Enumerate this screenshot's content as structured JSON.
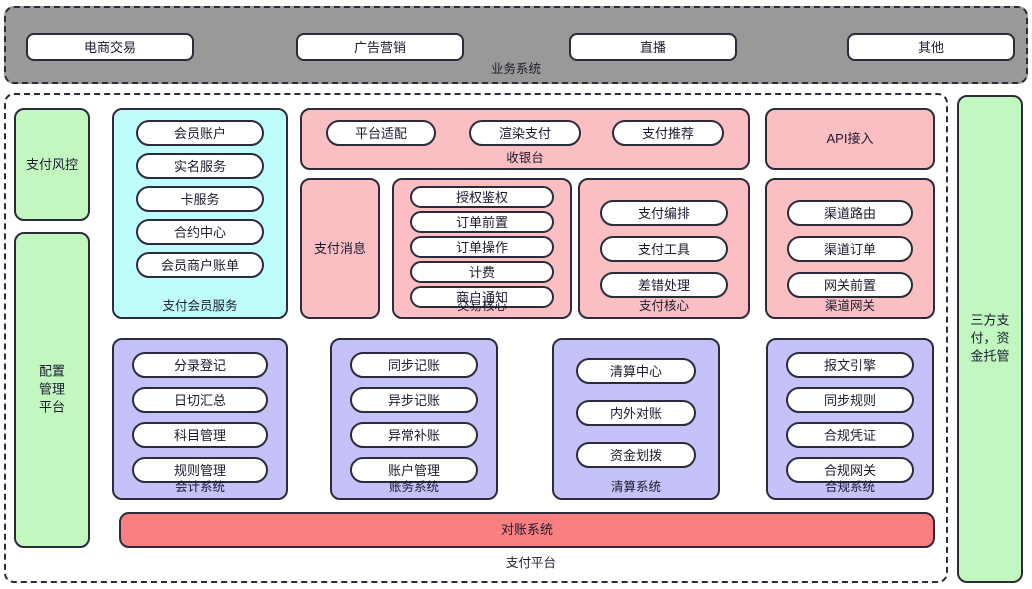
{
  "colors": {
    "business_band": "#999999",
    "green": "#c2f8c0",
    "cyan": "#bffdfd",
    "pink": "#fbbfc3",
    "purple": "#c4c2f9",
    "red": "#f97f80",
    "border": "#2b2b3a",
    "pill_fill": "#ffffff"
  },
  "business": {
    "caption": "业务系统",
    "items": [
      {
        "label": "电商交易"
      },
      {
        "label": "广告营销"
      },
      {
        "label": "直播"
      },
      {
        "label": "其他"
      }
    ]
  },
  "payment_platform": {
    "caption": "支付平台",
    "risk_control": {
      "label": "支付风控"
    },
    "config_platform": {
      "label": "配置管理平台"
    },
    "member_service": {
      "title": "支付会员服务",
      "items": [
        "会员账户",
        "实名服务",
        "卡服务",
        "合约中心",
        "会员商户账单"
      ]
    },
    "cashier": {
      "title": "收银台",
      "items": [
        "平台适配",
        "渲染支付",
        "支付推荐"
      ]
    },
    "api_access": {
      "label": "API接入"
    },
    "payment_message": {
      "label": "支付消息"
    },
    "trade_core": {
      "title": "交易核心",
      "items": [
        "授权鉴权",
        "订单前置",
        "订单操作",
        "计费",
        "商户通知"
      ]
    },
    "payment_core": {
      "title": "支付核心",
      "items": [
        "支付编排",
        "支付工具",
        "差错处理"
      ]
    },
    "channel_gateway": {
      "title": "渠道网关",
      "items": [
        "渠道路由",
        "渠道订单",
        "网关前置"
      ]
    },
    "accounting_system": {
      "title": "会计系统",
      "items": [
        "分录登记",
        "日切汇总",
        "科目管理",
        "规则管理"
      ]
    },
    "bookkeeping_system": {
      "title": "账务系统",
      "items": [
        "同步记账",
        "异步记账",
        "异常补账",
        "账户管理"
      ]
    },
    "settlement_system": {
      "title": "清算系统",
      "items": [
        "清算中心",
        "内外对账",
        "资金划拨"
      ]
    },
    "compliance_system": {
      "title": "合规系统",
      "items": [
        "报文引擎",
        "同步规则",
        "合规凭证",
        "合规网关"
      ]
    },
    "reconciliation_bar": {
      "label": "对账系统"
    }
  },
  "third_party": {
    "label": "三方支付，资金托管"
  }
}
